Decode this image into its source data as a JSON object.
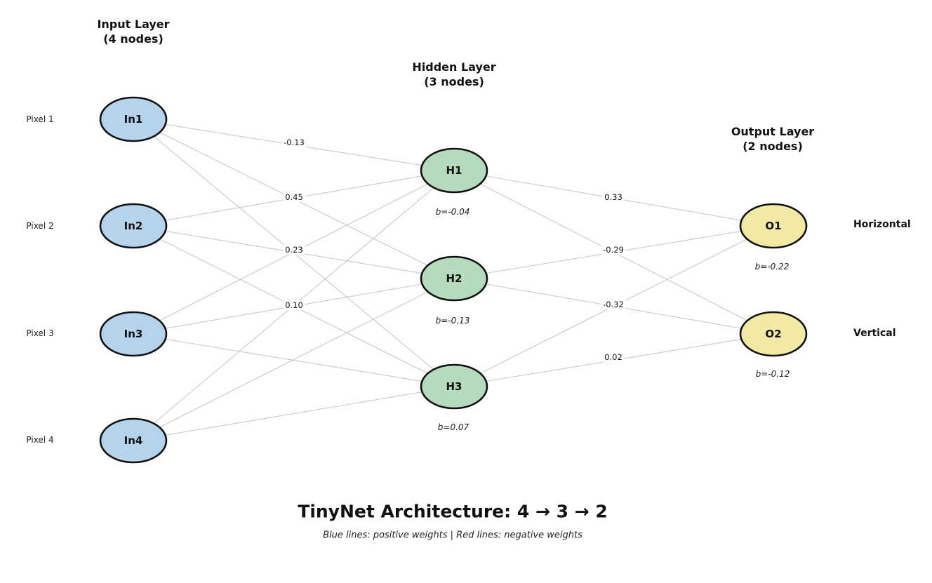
{
  "title": "TinyNet Architecture: 4 → 3 → 2",
  "legend": "Blue lines: positive weights | Red lines: negative weights",
  "colors": {
    "background": "#ffffff",
    "input_node_fill": "#b5d3ec",
    "hidden_node_fill": "#b5dabc",
    "output_node_fill": "#f2e9a5",
    "node_border": "#111111",
    "positive_edge": "#9fa6e8",
    "negative_edge": "#f0aab4"
  },
  "layers": {
    "input": {
      "header_line1": "Input Layer",
      "header_line2": "(4 nodes)",
      "nodes": [
        {
          "label": "In1",
          "side_label": "Pixel 1"
        },
        {
          "label": "In2",
          "side_label": "Pixel 2"
        },
        {
          "label": "In3",
          "side_label": "Pixel 3"
        },
        {
          "label": "In4",
          "side_label": "Pixel 4"
        }
      ]
    },
    "hidden": {
      "header_line1": "Hidden Layer",
      "header_line2": "(3 nodes)",
      "nodes": [
        {
          "label": "H1",
          "bias": "b=-0.04"
        },
        {
          "label": "H2",
          "bias": "b=-0.13"
        },
        {
          "label": "H3",
          "bias": "b=0.07"
        }
      ]
    },
    "output": {
      "header_line1": "Output Layer",
      "header_line2": "(2 nodes)",
      "nodes": [
        {
          "label": "O1",
          "bias": "b=-0.22",
          "side_label": "Horizontal"
        },
        {
          "label": "O2",
          "bias": "b=-0.12",
          "side_label": "Vertical"
        }
      ]
    }
  },
  "edges": [
    {
      "from": "In1",
      "to": "H1",
      "sign": "negative",
      "weight": "-0.13"
    },
    {
      "from": "In1",
      "to": "H2",
      "sign": "negative",
      "weight": null
    },
    {
      "from": "In1",
      "to": "H3",
      "sign": "positive",
      "weight": null
    },
    {
      "from": "In2",
      "to": "H1",
      "sign": "positive",
      "weight": "0.45"
    },
    {
      "from": "In2",
      "to": "H2",
      "sign": "negative",
      "weight": null
    },
    {
      "from": "In2",
      "to": "H3",
      "sign": "positive",
      "weight": null
    },
    {
      "from": "In3",
      "to": "H1",
      "sign": "positive",
      "weight": "0.23"
    },
    {
      "from": "In3",
      "to": "H2",
      "sign": "negative",
      "weight": null
    },
    {
      "from": "In3",
      "to": "H3",
      "sign": "negative",
      "weight": null
    },
    {
      "from": "In4",
      "to": "H1",
      "sign": "positive",
      "weight": "0.10"
    },
    {
      "from": "In4",
      "to": "H2",
      "sign": "positive",
      "weight": null
    },
    {
      "from": "In4",
      "to": "H3",
      "sign": "positive",
      "weight": null
    },
    {
      "from": "H1",
      "to": "O1",
      "sign": "positive",
      "weight": "0.33"
    },
    {
      "from": "H1",
      "to": "O2",
      "sign": "negative",
      "weight": null
    },
    {
      "from": "H2",
      "to": "O1",
      "sign": "negative",
      "weight": "-0.29"
    },
    {
      "from": "H2",
      "to": "O2",
      "sign": "negative",
      "weight": null
    },
    {
      "from": "H3",
      "to": "O1",
      "sign": "negative",
      "weight": "-0.32"
    },
    {
      "from": "H3",
      "to": "O2",
      "sign": "positive",
      "weight": "0.02"
    }
  ]
}
